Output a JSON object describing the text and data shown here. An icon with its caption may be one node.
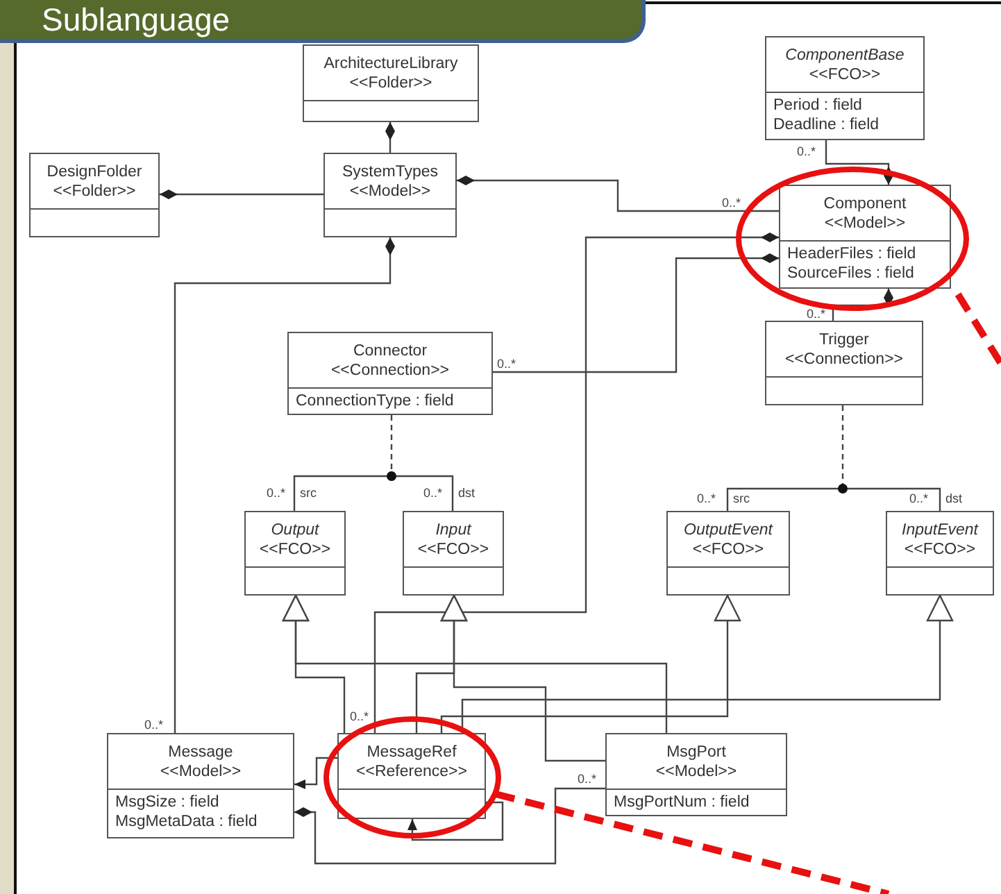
{
  "diagram": {
    "title": "Sublanguage",
    "nodes": [
      {
        "text": [
          "ArchitectureLibrary",
          "<<Folder>>"
        ]
      },
      {
        "text": [
          "ComponentBase",
          "<<FCO>>",
          "Period : field",
          "Deadline : field"
        ]
      },
      {
        "text": [
          "DesignFolder",
          "<<Folder>>"
        ]
      },
      {
        "text": [
          "SystemTypes",
          "<<Model>>"
        ]
      },
      {
        "text": [
          "Component",
          "<<Model>>",
          "HeaderFiles : field",
          "SourceFiles : field"
        ]
      },
      {
        "text": [
          "Trigger",
          "<<Connection>>"
        ]
      },
      {
        "text": [
          "Connector",
          "<<Connection>>",
          "ConnectionType : field"
        ]
      },
      {
        "text": [
          "Output",
          "<<FCO>>"
        ]
      },
      {
        "text": [
          "Input",
          "<<FCO>>"
        ]
      },
      {
        "text": [
          "OutputEvent",
          "<<FCO>>"
        ]
      },
      {
        "text": [
          "InputEvent",
          "<<FCO>>"
        ]
      },
      {
        "text": [
          "Message",
          "<<Model>>",
          "MsgSize : field",
          "MsgMetaData : field"
        ]
      },
      {
        "text": [
          "MessageRef",
          "<<Reference>>"
        ]
      },
      {
        "text": [
          "MsgPort",
          "<<Model>>",
          "MsgPortNum : field"
        ]
      }
    ],
    "edges": [
      {
        "from": 3,
        "to": 0,
        "arrow": "other"
      },
      {
        "from": 3,
        "to": 2,
        "arrow": "other"
      },
      {
        "from": 4,
        "to": 3,
        "arrow": "other",
        "label": "0..*"
      },
      {
        "from": 1,
        "to": 4,
        "arrow": "other",
        "label": "0..*"
      },
      {
        "from": 5,
        "to": 4,
        "arrow": "other",
        "label": "0..*"
      },
      {
        "from": 12,
        "to": 4,
        "arrow": "other",
        "label": "0..*"
      },
      {
        "from": 6,
        "to": 4,
        "arrow": "other",
        "label": "0..*"
      },
      {
        "from": 11,
        "to": 3,
        "arrow": "other",
        "label": "0..*"
      },
      {
        "from": 7,
        "to": 8,
        "arrow": "none"
      },
      {
        "from": 6,
        "to": null,
        "arrow": "other",
        "style": "dashed"
      },
      {
        "from": 9,
        "to": 10,
        "arrow": "none"
      },
      {
        "from": 5,
        "to": null,
        "arrow": "other",
        "style": "dashed"
      },
      {
        "from": 12,
        "to": 7,
        "arrow": "to"
      },
      {
        "from": 13,
        "to": 7,
        "arrow": "to"
      },
      {
        "from": 12,
        "to": 8,
        "arrow": "to"
      },
      {
        "from": 13,
        "to": 8,
        "arrow": "to"
      },
      {
        "from": 12,
        "to": 9,
        "arrow": "to"
      },
      {
        "from": 12,
        "to": 10,
        "arrow": "to"
      },
      {
        "from": 12,
        "to": 11,
        "arrow": "to"
      },
      {
        "from": 13,
        "to": 11,
        "arrow": "other",
        "label": "0..*"
      },
      {
        "from": 12,
        "to": 12,
        "arrow": "to"
      }
    ],
    "labels": [
      "0..*",
      "src",
      "0..*",
      "dst",
      "0..*",
      "src",
      "0..*",
      "dst"
    ]
  }
}
